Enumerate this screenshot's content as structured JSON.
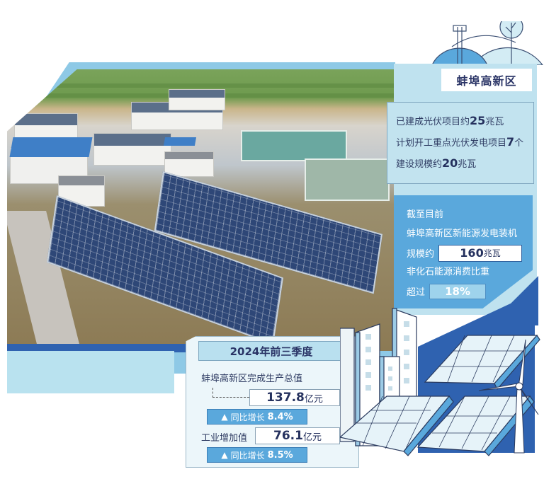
{
  "header": {
    "region_title": "蚌埠高新区"
  },
  "projects": {
    "line1_prefix": "已建成光伏项目约",
    "line1_value": "25",
    "line1_unit": "兆瓦",
    "line2_prefix": "计划开工重点光伏发电项目",
    "line2_value": "7",
    "line2_unit": "个",
    "line3_prefix": "建设规模约",
    "line3_value": "20",
    "line3_unit": "兆瓦"
  },
  "capacity": {
    "line1": "截至目前",
    "line2": "蚌埠高新区新能源发电装机",
    "scale_label": "规模约",
    "scale_value": "160",
    "scale_unit": "兆瓦",
    "ratio_label": "非化石能源消费比重",
    "exceed_label": "超过",
    "ratio_value": "18%"
  },
  "quarter": {
    "title": "2024年前三季度",
    "output_label": "蚌埠高新区完成生产总值",
    "output_value": "137.8",
    "output_unit": "亿元",
    "output_growth_label": "同比增长",
    "output_growth_value": "8.4%",
    "industry_label": "工业增加值",
    "industry_value": "76.1",
    "industry_unit": "亿元",
    "industry_growth_label": "同比增长",
    "industry_growth_value": "8.5%",
    "growth_arrow": "▲"
  },
  "colors": {
    "navy_text": "#2a3466",
    "light_blue": "#bfe2ef",
    "mid_blue": "#5aa8dc",
    "dark_blue": "#2f62b0",
    "panel_blue": "#2e4777"
  }
}
